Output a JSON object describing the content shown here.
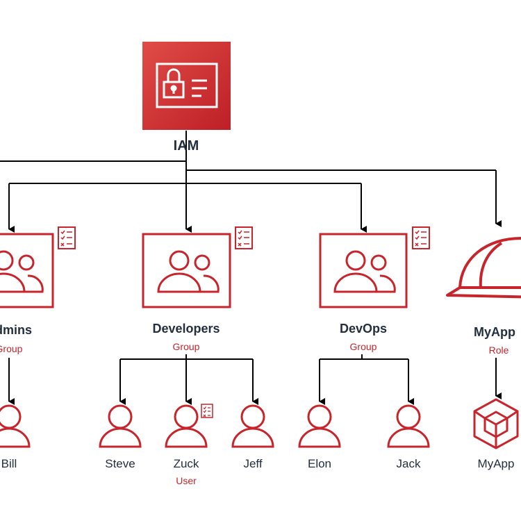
{
  "iam": {
    "label": "IAM"
  },
  "groups": [
    {
      "id": "admins",
      "title": "Admins",
      "subtitle": "Group"
    },
    {
      "id": "developers",
      "title": "Developers",
      "subtitle": "Group"
    },
    {
      "id": "devops",
      "title": "DevOps",
      "subtitle": "Group"
    }
  ],
  "role": {
    "title": "MyApp",
    "subtitle": "Role"
  },
  "users": [
    {
      "id": "bill",
      "label": "Bill"
    },
    {
      "id": "steve",
      "label": "Steve"
    },
    {
      "id": "zuck",
      "label": "Zuck",
      "sublabel": "User"
    },
    {
      "id": "jeff",
      "label": "Jeff"
    },
    {
      "id": "elon",
      "label": "Elon"
    },
    {
      "id": "jack",
      "label": "Jack"
    }
  ],
  "app": {
    "label": "MyApp"
  },
  "colors": {
    "accent": "#c7242b",
    "accent_light": "#e04c47",
    "text": "#232f3e",
    "line": "#000000"
  }
}
